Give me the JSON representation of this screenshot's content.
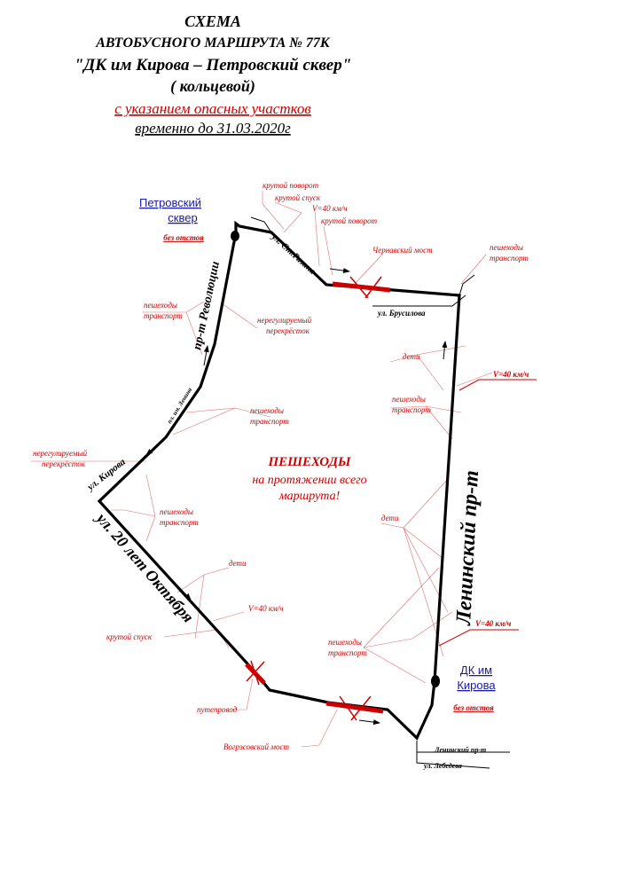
{
  "header": {
    "line1": "СХЕМА",
    "line2": "АВТОБУСНОГО МАРШРУТА № 77К",
    "line3": "\"ДК им Кирова – Петровский сквер\"",
    "line4": "( кольцевой)",
    "line5": "с указанием опасных участков",
    "line6": "временно до 31.03.2020г"
  },
  "stops": {
    "petrovsky_line1": "Петровский",
    "petrovsky_line2": "сквер",
    "petrovsky_note": "без отстоя",
    "kirova_line1": "ДК им",
    "kirova_line2": "Кирова",
    "kirova_note": "без отстоя"
  },
  "streets": {
    "revolyutsii": "пр-т Революции",
    "st_razina": "ул. Ст.Разина",
    "brusilova": "ул. Брусилова",
    "leninsky_vertical": "Ленинский пр-т",
    "leninsky_small": "Ленинский пр-т",
    "lebedeva": "ул. Лебедева",
    "kirova": "ул. Кирова",
    "im_lenina": "пл. им. Ленина",
    "oktyabrya": "ул. 20 лет Октября"
  },
  "annotations": {
    "krutoy_povorot_1": "крутой поворот",
    "krutoy_spusk_1": "крутой спуск",
    "speed_top": "V=40 км/ч",
    "krutoy_povorot_2": "крутой поворот",
    "chernavsky_most": "Чернавский мост",
    "peshehody_tr_ne_1": "пешеходы",
    "transport_ne_1": "транспорт",
    "peshehody_left_1": "пешеходы",
    "transport_left_1": "транспорт",
    "nereg_1a": "нерегулируемый",
    "nereg_1b": "перекрёсток",
    "deti_right_1": "дети",
    "speed_right_1": "V=40 км/ч",
    "peshehody_right_1": "пешеходы",
    "transport_right_1": "транспорт",
    "peshehody_mid": "пешеходы",
    "transport_mid": "транспорт",
    "nereg_2a": "нерегулируемый",
    "nereg_2b": "перекрёсток",
    "peshehody_left_2": "пешеходы",
    "transport_left_2": "транспорт",
    "deti_right_2": "дети",
    "deti_left": "дети",
    "speed_left": "V=40 км/ч",
    "krutoy_spusk_2": "крутой спуск",
    "speed_right_2": "V=40 км/ч",
    "peshehody_right_2": "пешеходы",
    "transport_right_2": "транспорт",
    "puteprovod": "путепровод",
    "vogres_most": "Вогрэсовский мост"
  },
  "center_note": {
    "line1": "ПЕШЕХОДЫ",
    "line2": "на протяжении всего",
    "line3": "маршрута!"
  },
  "colors": {
    "route": "#000000",
    "danger": "#cc0000",
    "annotation_line": "#e07070",
    "stop_label": "#1a1aa6"
  }
}
